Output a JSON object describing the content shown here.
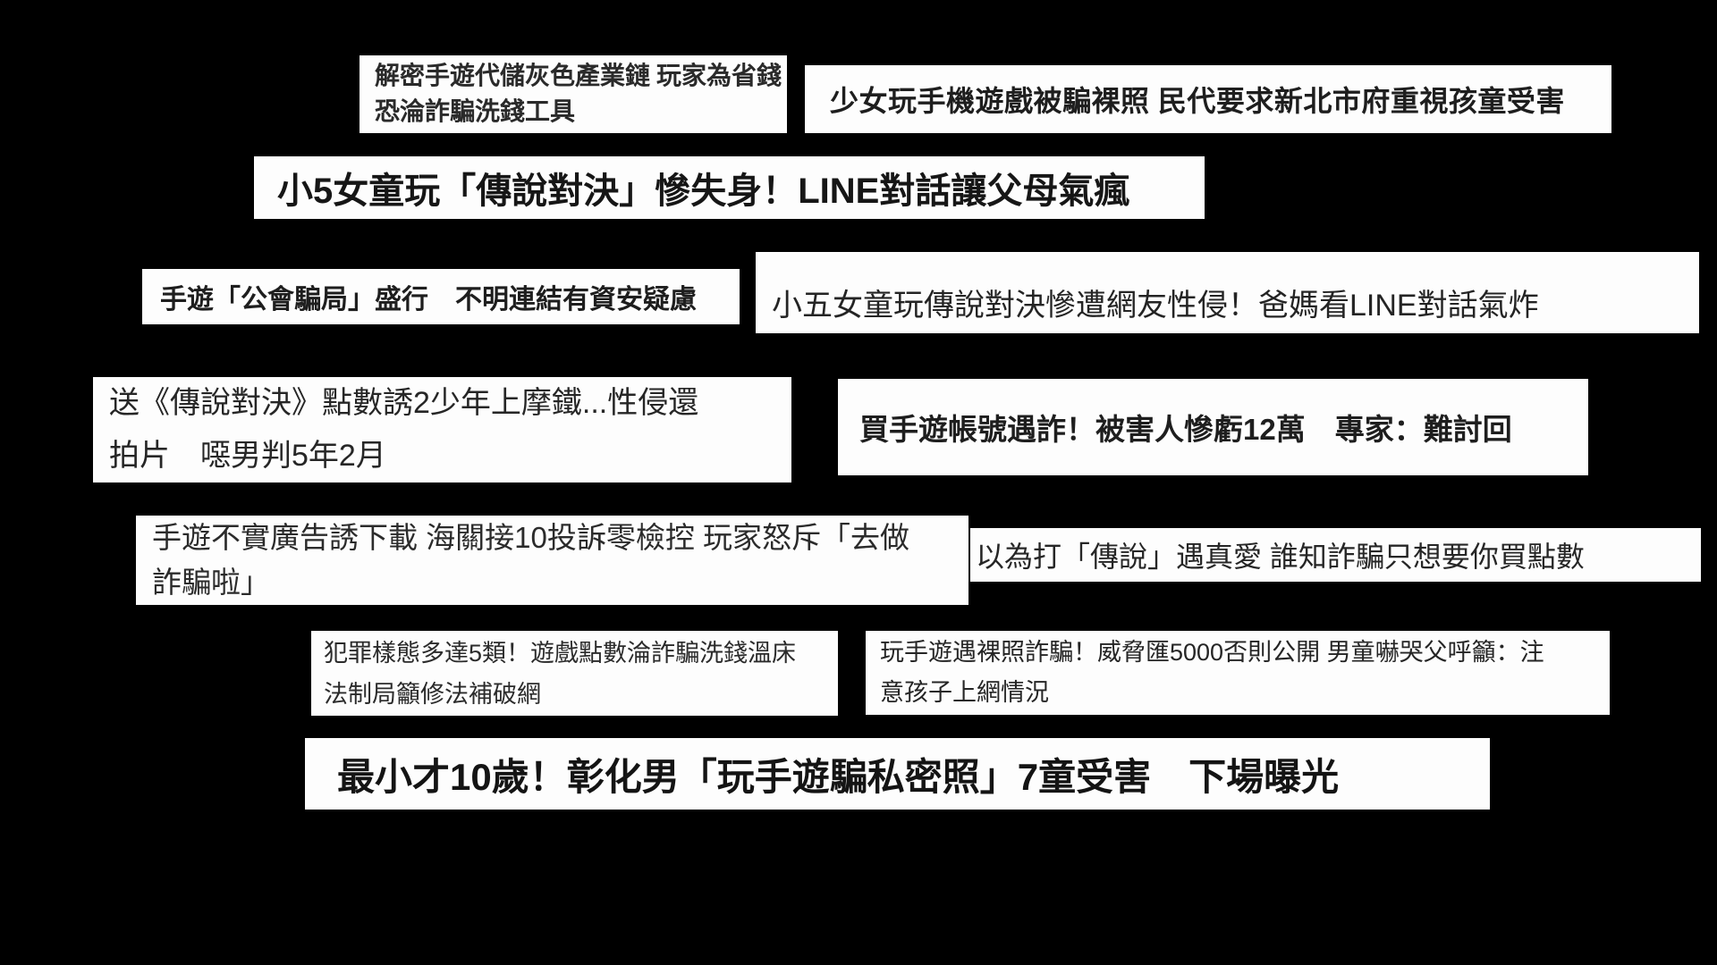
{
  "colors": {
    "background": "#000000",
    "card_background": "#fdfdfd",
    "text": "#1e1e1e"
  },
  "headlines": [
    {
      "id": 1,
      "lines": [
        "解密手遊代儲灰色產業鏈 玩家為省錢",
        "恐淪詐騙洗錢工具"
      ]
    },
    {
      "id": 2,
      "lines": [
        "少女玩手機遊戲被騙裸照 民代要求新北市府重視孩童受害"
      ]
    },
    {
      "id": 3,
      "lines": [
        "小5女童玩「傳說對決」慘失身！LINE對話讓父母氣瘋"
      ]
    },
    {
      "id": 4,
      "lines": [
        "手遊「公會騙局」盛行　不明連結有資安疑慮"
      ]
    },
    {
      "id": 5,
      "lines": [
        "小五女童玩傳說對決慘遭網友性侵！爸媽看LINE對話氣炸"
      ]
    },
    {
      "id": 6,
      "lines": [
        "送《傳說對決》點數誘2少年上摩鐵...性侵還",
        "拍片　噁男判5年2月"
      ]
    },
    {
      "id": 7,
      "lines": [
        "買手遊帳號遇詐！被害人慘虧12萬　專家：難討回"
      ]
    },
    {
      "id": 8,
      "lines": [
        "手遊不實廣告誘下載 海關接10投訴零檢控 玩家怒斥「去做",
        "詐騙啦」"
      ]
    },
    {
      "id": 9,
      "lines": [
        "以為打「傳說」遇真愛 誰知詐騙只想要你買點數"
      ]
    },
    {
      "id": 10,
      "lines": [
        "犯罪樣態多達5類！遊戲點數淪詐騙洗錢溫床",
        "法制局籲修法補破網"
      ]
    },
    {
      "id": 11,
      "lines": [
        "玩手遊遇裸照詐騙！威脅匯5000否則公開 男童嚇哭父呼籲：注",
        "意孩子上網情況"
      ]
    },
    {
      "id": 12,
      "lines": [
        "最小才10歲！彰化男「玩手遊騙私密照」7童受害　下場曝光"
      ]
    }
  ]
}
